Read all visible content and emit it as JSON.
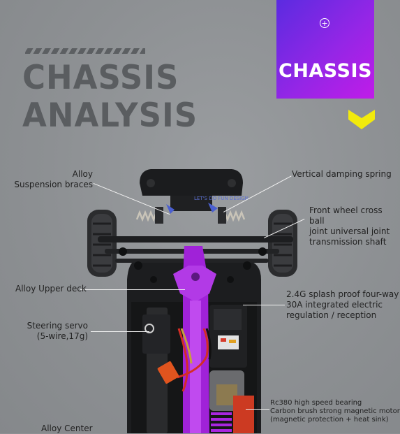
{
  "heading": {
    "line1": "CHASSIS",
    "line2": "ANALYSIS"
  },
  "banner": {
    "title": "CHASSIS",
    "plus_symbol": "+",
    "color_start": "#5b2be0",
    "color_end": "#c01ce8"
  },
  "chevron": {
    "color": "#f2ea0c"
  },
  "watermark": "LET'S DO FUN DESIGN",
  "labels": {
    "suspension_line1": "Alloy",
    "suspension_line2": "Suspension braces",
    "damping": "Vertical damping spring",
    "front_shaft_line1": "Front wheel cross ball",
    "front_shaft_line2": "joint universal joint",
    "front_shaft_line3": "transmission shaft",
    "upper_deck": "Alloy Upper deck",
    "esc_line1": "2.4G splash proof four-way",
    "esc_line2": "30A integrated electric",
    "esc_line3": "regulation / reception",
    "servo_line1": "Steering servo",
    "servo_line2": "(5-wire,17g)",
    "motor_line1": "Rc380 high speed bearing",
    "motor_line2": "Carbon brush strong magnetic motor",
    "motor_line3": "(magnetic protection + heat sink)",
    "center": "Alloy Center"
  }
}
